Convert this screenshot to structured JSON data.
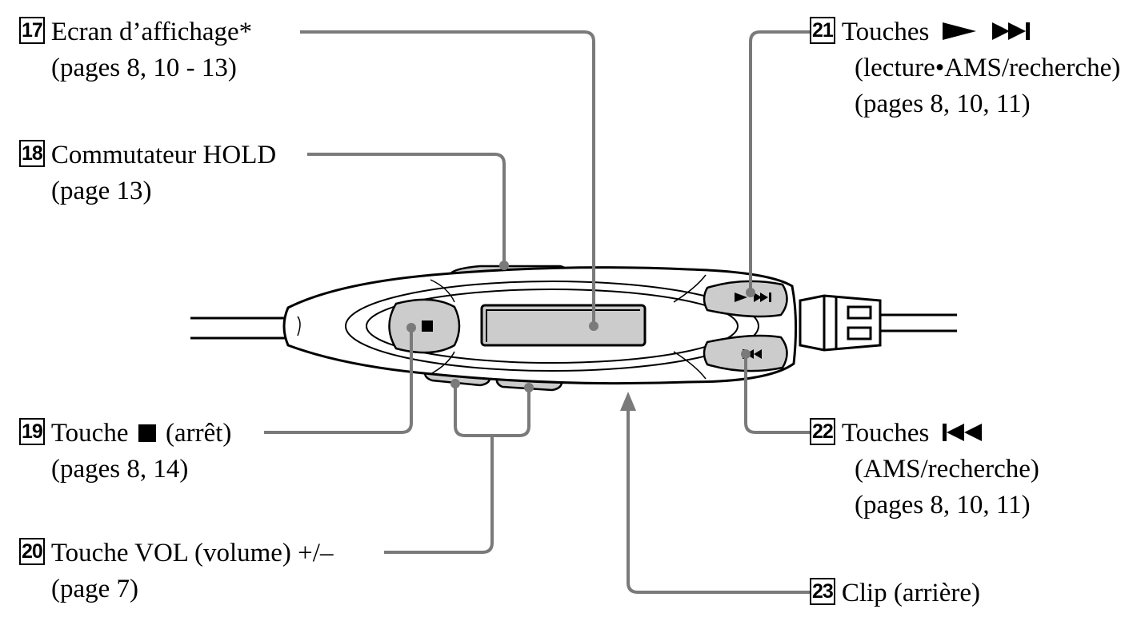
{
  "callouts": {
    "c17": {
      "num": "17",
      "label": "Ecran d’affichage*",
      "pages": "(pages 8, 10 - 13)"
    },
    "c18": {
      "num": "18",
      "label": "Commutateur HOLD",
      "pages": "(page 13)"
    },
    "c19": {
      "num": "19",
      "label_pre": "Touche",
      "label_post": "(arrêt)",
      "pages": "(pages 8, 14)"
    },
    "c20": {
      "num": "20",
      "label": "Touche VOL (volume) +/–",
      "pages": "(page 7)"
    },
    "c21": {
      "num": "21",
      "label": "Touches",
      "sub": "(lecture•AMS/recherche)",
      "pages": "(pages 8, 10, 11)"
    },
    "c22": {
      "num": "22",
      "label": "Touches",
      "sub": "(AMS/recherche)",
      "pages": "(pages 8, 10, 11)"
    },
    "c23": {
      "num": "23",
      "label": "Clip (arrière)"
    }
  },
  "icons": {
    "stop": "stop-square-icon",
    "play_next": "play-next-icon",
    "prev": "previous-icon"
  },
  "colors": {
    "leader": "#7a7a7a",
    "device_fill": "#ffffff",
    "button_fill": "#cccccc",
    "outline": "#000000"
  }
}
